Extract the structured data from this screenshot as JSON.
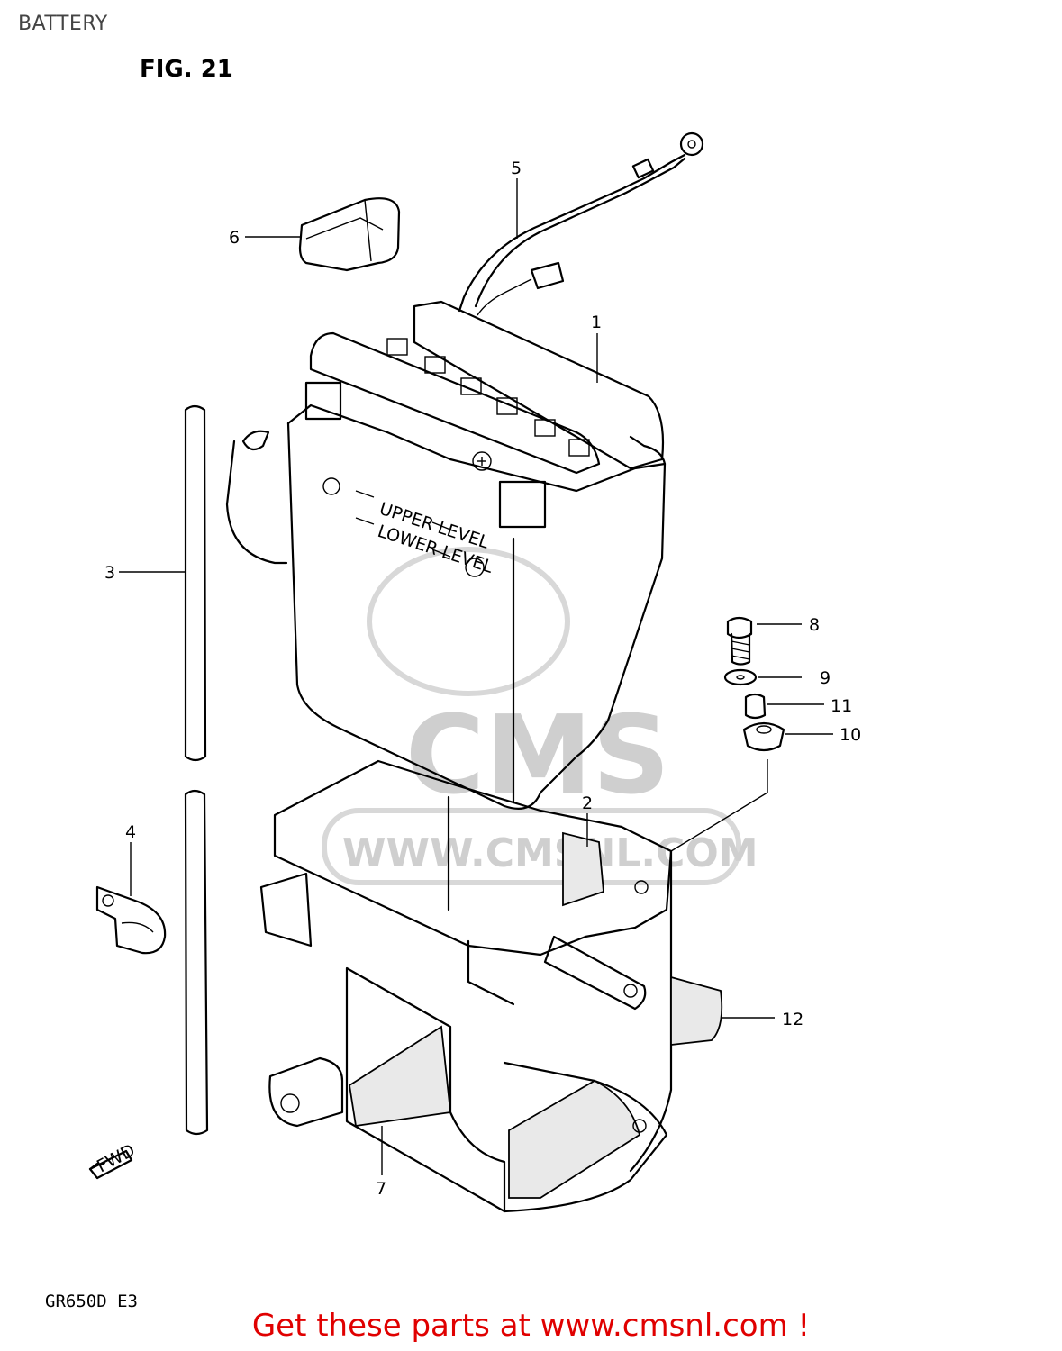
{
  "header": {
    "title": "BATTERY"
  },
  "figure": {
    "label": "FIG. 21"
  },
  "watermark": {
    "logo": "CMS",
    "url": "WWW.CMSNL.COM"
  },
  "parts": [
    {
      "number": "1"
    },
    {
      "number": "2"
    },
    {
      "number": "3"
    },
    {
      "number": "4"
    },
    {
      "number": "5"
    },
    {
      "number": "6"
    },
    {
      "number": "7"
    },
    {
      "number": "8"
    },
    {
      "number": "9"
    },
    {
      "number": "10"
    },
    {
      "number": "11"
    },
    {
      "number": "12"
    }
  ],
  "battery_markings": {
    "upper": "UPPER LEVEL",
    "lower": "LOWER LEVEL"
  },
  "direction_marker": "FWD",
  "model_code": "GR650D E3",
  "footer": {
    "link_text": "Get these parts at www.cmsnl.com !"
  },
  "colors": {
    "footer_text": "#e00000",
    "watermark": "#cfcfcf",
    "line": "#000000"
  }
}
